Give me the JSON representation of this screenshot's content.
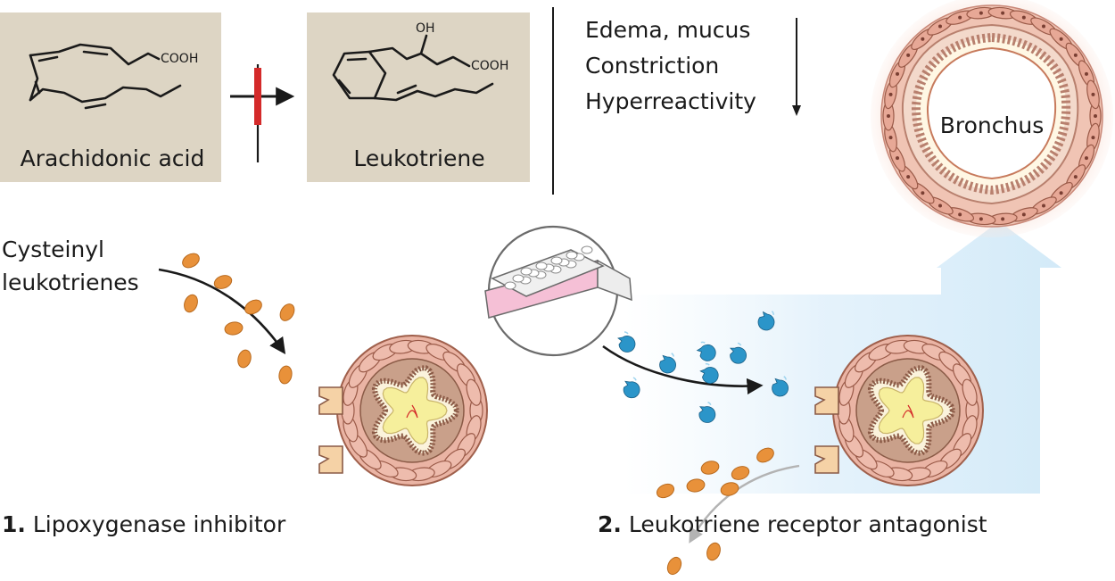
{
  "molecules": {
    "arachidonic": {
      "label": "Arachidonic acid",
      "group": "COOH"
    },
    "leukotriene": {
      "label": "Leukotriene",
      "group": "COOH",
      "hydroxyl": "OH"
    }
  },
  "effects": [
    "Edema, mucus",
    "Constriction",
    "Hyperreactivity"
  ],
  "bronchus_label": "Bronchus",
  "cysteinyl_label": [
    "Cysteinyl",
    "leukotrienes"
  ],
  "inhibitor": {
    "number": "1.",
    "text": " Lipoxygenase inhibitor"
  },
  "antagonist": {
    "number": "2.",
    "text": " Leukotriene receptor antagonist"
  },
  "colors": {
    "leukotriene_particle": "#e8913a",
    "antagonist_particle": "#2b95c9",
    "inhibition_bar": "#d42a2a",
    "chem_box": "#ddd5c4",
    "airway_cell": "#eab4a4",
    "mucosa": "#f6ef9c",
    "relief_arrow": "#d8ecf8"
  },
  "icons": [
    "inhibition-arrow-icon",
    "down-arrow-icon",
    "pill-blister-icon"
  ]
}
